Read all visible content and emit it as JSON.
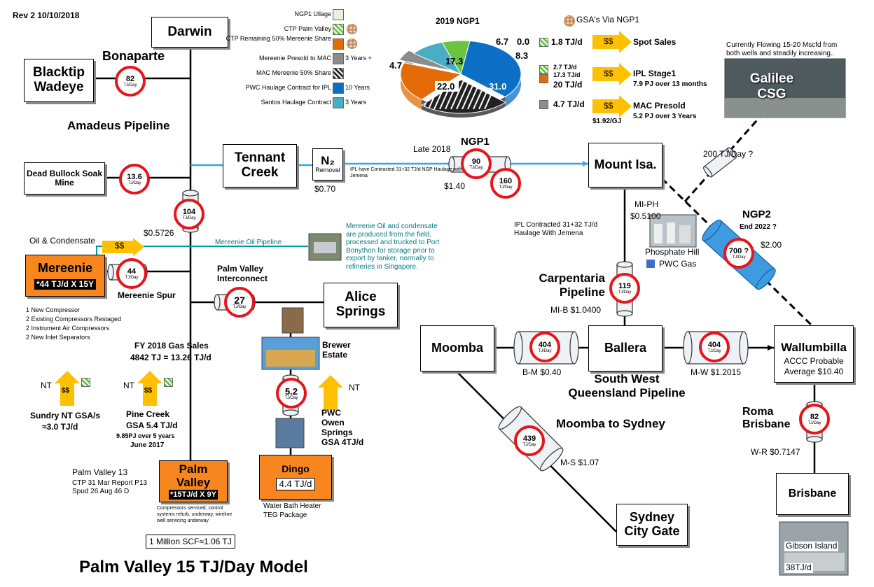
{
  "header": {
    "rev": "Rev 2  10/10/2018",
    "title": "Palm Valley 15 TJ/Day Model"
  },
  "nodes": {
    "darwin": "Darwin",
    "blacktip": "Blacktip Wadeye",
    "dead_bullock": "Dead Bullock Soak Mine",
    "tennant": "Tennant Creek",
    "n2": "N₂",
    "n2_removal": "Removal",
    "mount_isa": "Mount Isa.",
    "alice": "Alice Springs",
    "mereenie": "Mereenie",
    "mereenie_sub": "*44 TJ/d X 15Y",
    "palm_valley": "Palm Valley",
    "palm_valley_sub": "*15TJ/d X 9Y",
    "dingo": "Dingo",
    "dingo_sub": "4.4 TJ/d",
    "moomba": "Moomba",
    "ballera": "Ballera",
    "wallumbilla": "Wallumbilla",
    "brisbane": "Brisbane",
    "sydney": "Sydney City Gate",
    "galilee": "Galilee CSG"
  },
  "badges": {
    "bonaparte": "82",
    "dead_bullock": "13.6",
    "amadeus": "104",
    "mereenie_spur": "44",
    "pv_interconnect": "27",
    "dingo": "5.2",
    "ngp1_a": "90",
    "ngp1_b": "160",
    "carpentaria": "119",
    "ngp2": "700 ?",
    "bm": "404",
    "mw": "404",
    "roma": "82",
    "moomba_sydney": "439",
    "unit": "TJ/Day"
  },
  "labels": {
    "bonaparte": "Bonaparte",
    "amadeus": "Amadeus Pipeline",
    "amadeus_price": "$0.5726",
    "oil_condensate": "Oil & Condensate",
    "mereenie_oil_pipeline": "Mereenie Oil Pipeline",
    "mereenie_spur": "Mereenie Spur",
    "mereenie_notes": [
      "1 New Compressor",
      "2 Existing Compressors Restaged",
      "2 Instrument Air Compressors",
      "2 New Inlet Separators"
    ],
    "mereenie_oil_note": "Mereenie Oil and condensate are produced from the field, processed and trucked to Port Bonython for storage prior to export by tanker, normally to refineries in Singapore.",
    "pv_interconnect": "Palm Valley Interconnect",
    "fy2018_1": "FY 2018  Gas Sales",
    "fy2018_2": "4842 TJ =  13.26 TJ/d",
    "nt": "NT",
    "ss": "$$",
    "sundry": "Sundry NT GSA/s",
    "sundry_val": "≈3.0 TJ/d",
    "pine_creek": "Pine Creek",
    "pine_gsa": "GSA 5.4 TJ/d",
    "pine_pj": "9.85PJ over 5 years",
    "pine_date": "June 2017",
    "brewer": "Brewer Estate",
    "pwc_owen": "PWC Owen Springs",
    "pwc_owen_gsa": "GSA 4TJ/d",
    "palm_valley13": "Palm Valley 13",
    "pv13_ctp": "CTP 31 Mar Report P13",
    "pv13_spud": "Spud 26 Aug 46 D",
    "pv_note": "Compressors serviced, control systems refurb. underway, wireline well servicing underway",
    "scf": "1 Million SCF≈1.06 TJ",
    "water_bath": "Water Bath Heater",
    "teg": "TEG Package",
    "n2_price": "$0.70",
    "late2018": "Late 2018",
    "ngp1": "NGP1",
    "ipl_jemena": "IPL have Contracted 31+32 TJ/d NGP Haulage with Jemena",
    "ngp1_price": "$1.40",
    "mi_ph": "MI-PH",
    "mi_ph_price": "$0.5100",
    "phosphate": "Phosphate Hill",
    "pwc_gas": "PWC Gas",
    "ipl_contracted": "IPL Contracted 31+32 TJ/d Haulage With Jemena",
    "carpentaria": "Carpentaria Pipeline",
    "mi_b": "MI-B $1.0400",
    "ngp2": "NGP2",
    "ngp2_end": "End 2022 ?",
    "ngp2_price": "$2.00",
    "galilee_note": "Currently Flowing 15-20 Mscfd from both wells and steadily increasing..",
    "pipe_200": "200 TJ/Day ?",
    "bm_price": "B-M $0.40",
    "mw_price": "M-W $1.2015",
    "swqp": "South West Queensland Pipeline",
    "accc": "ACCC Probable",
    "accc_avg": "Average $10.40",
    "roma": "Roma Brisbane",
    "wr_price": "W-R $0.7147",
    "moomba_sydney": "Moomba to Sydney",
    "ms_price": "M-S $1.07",
    "gibson": "Gibson Island",
    "gibson_val": "38TJ/d"
  },
  "legend": [
    {
      "label": "NGP1  Ullage",
      "color": "#ebefe2",
      "note": ""
    },
    {
      "label": "CTP Palm Valley",
      "color": "#6ac43f",
      "note": ""
    },
    {
      "label": "CTP Remaining 50% Mereenie  Share",
      "color": "#e36c09",
      "note": ""
    },
    {
      "label": "Mereenie Presold to MAC",
      "color": "#8c8c8c",
      "note": "3 Years +"
    },
    {
      "label": "MAC Mereenie 50% Share",
      "color": "#222222",
      "note": ""
    },
    {
      "label": "PWC Haulage Contract for IPL",
      "color": "#0b6fc6",
      "note": "10 Years"
    },
    {
      "label": "Santos Haulage Contract",
      "color": "#4bacc6",
      "note": "3 Years"
    }
  ],
  "gsa_via": "GSA's Via NGP1",
  "chart_data": {
    "type": "pie",
    "title": "2019 NGP1",
    "slices": [
      {
        "label": "31.0",
        "value": 31.0,
        "color": "#0b6fc6"
      },
      {
        "label": "22.0",
        "value": 22.0,
        "color": "#222222"
      },
      {
        "label": "17.3",
        "value": 17.3,
        "color": "#e36c09"
      },
      {
        "label": "8.3",
        "value": 8.3,
        "color": "#4bacc6"
      },
      {
        "label": "6.7",
        "value": 6.7,
        "color": "#6ac43f"
      },
      {
        "label": "4.7",
        "value": 4.7,
        "color": "#8c8c8c"
      },
      {
        "label": "0.0",
        "value": 0.0,
        "color": "#ebefe2"
      }
    ]
  },
  "sales": [
    {
      "vol": "1.8 TJ/d",
      "name": "Spot Sales",
      "sub": "",
      "color": "#6ac43f"
    },
    {
      "vol": "20 TJ/d",
      "vol_a": "2.7 TJ/d",
      "vol_b": "17.3 TJ/d",
      "name": "IPL Stage1",
      "sub": "7.9 PJ over 13 months",
      "color": "#e36c09"
    },
    {
      "vol": "4.7 TJ/d",
      "name": "MAC Presold",
      "sub": "5.2 PJ over 3 Years",
      "price": "$1.92/GJ",
      "color": "#8c8c8c"
    }
  ]
}
